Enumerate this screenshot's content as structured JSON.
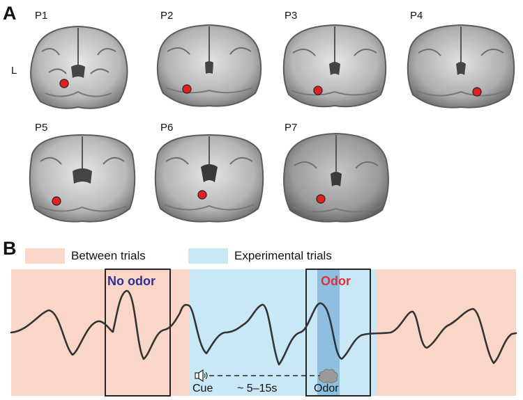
{
  "panel_a": {
    "letter": "A",
    "side_marker": "L",
    "brains": [
      {
        "label": "P1"
      },
      {
        "label": "P2"
      },
      {
        "label": "P3"
      },
      {
        "label": "P4"
      },
      {
        "label": "P5"
      },
      {
        "label": "P6"
      },
      {
        "label": "P7"
      }
    ]
  },
  "panel_b": {
    "letter": "B",
    "legend": {
      "between": "Between trials",
      "experimental": "Experimental trials"
    },
    "no_odor_label": "No odor",
    "odor_label": "Odor",
    "cue_label": "Cue",
    "interval_label": "~ 5–15s",
    "odor_icon_label": "Odor"
  },
  "colors": {
    "between_trials": "#fad6c8",
    "experimental_trials": "#c9e8f6",
    "odor_band": "#8fbfe0",
    "no_odor_text": "#2e3192",
    "odor_text": "#e0303a",
    "electrode_marker": "#e41f1f",
    "trace": "#333333"
  }
}
